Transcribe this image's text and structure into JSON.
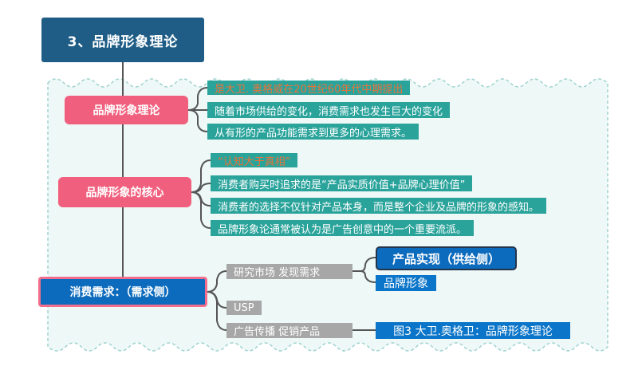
{
  "root": {
    "title": "3、品牌形象理论"
  },
  "branches": [
    {
      "label": "品牌形象理论",
      "items": [
        "是大卫. 奥格威在20世纪60年代中期提出",
        "随着市场供给的变化，消费需求也发生巨大的变化",
        "从有形的产品功能需求到更多的心理需求。"
      ]
    },
    {
      "label": "品牌形象的核心",
      "items": [
        "“认知大于真相”",
        "消费者购买时追求的是“产品实质价值+品牌心理价值”",
        "消费者的选择不仅针对产品本身，而是整个企业及品牌的形象的感知。",
        "品牌形象论通常被认为是广告创意中的一个重要流派。"
      ]
    },
    {
      "label": "消费需求：（需求侧）",
      "items": [
        "研究市场 发现需求",
        "USP",
        "广告传播 促销产品"
      ],
      "sub_market": [
        "产品实现（供给侧）",
        "品牌形象"
      ],
      "sub_ad": [
        "图3 大卫.奥格卫：品牌形象理论"
      ]
    }
  ],
  "colors": {
    "root": "#1f5d86",
    "branch_pink": "#f0607e",
    "teal": "#2aa39b",
    "highlight_text": "#e8743b",
    "gray": "#a7a7a7",
    "blue": "#0b75c9",
    "connector": "#555555",
    "frame": "#9fd3cf"
  }
}
